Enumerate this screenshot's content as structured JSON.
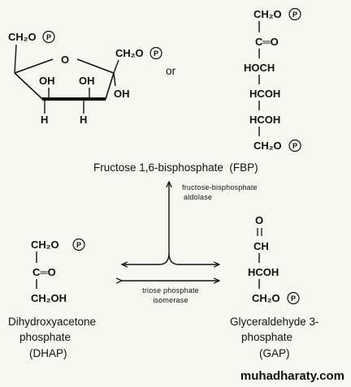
{
  "fructose_ring": {
    "ch2op_left": "CH₂O",
    "ch2op_right": "CH₂O",
    "ring_o": "O",
    "oh_1": "OH",
    "oh_2": "OH",
    "oh_3": "OH",
    "h_1": "H",
    "h_2": "H",
    "p_symbol": "P"
  },
  "or_text": "or",
  "fbp_chain": {
    "line1": "CH₂O",
    "line2": "C═O",
    "line3": "HOCH",
    "line4": "HCOH",
    "line5": "HCOH",
    "line6": "CH₂O",
    "p_symbol": "P"
  },
  "fbp_label": "Fructose 1,6-bisphosphate  (FBP)",
  "aldolase_label": {
    "line1": "fructose-bisphosphate",
    "line2": "aldolase"
  },
  "dhap": {
    "line1": "CH₂O",
    "line2": "C═O",
    "line3": "CH₂OH",
    "p_symbol": "P",
    "name_line1": "Dihydroxyacetone",
    "name_line2": "phosphate",
    "name_line3": "(DHAP)"
  },
  "isomerase_label": {
    "line1": "triose phosphate",
    "line2": "isomerase"
  },
  "gap": {
    "line1": "O",
    "line2": "CH",
    "line3": "HCOH",
    "line4": "CH₂O",
    "p_symbol": "P",
    "name_line1": "Glyceraldehyde 3-",
    "name_line2": "phosphate",
    "name_line3": "(GAP)"
  },
  "watermark": "muhadharaty.com"
}
